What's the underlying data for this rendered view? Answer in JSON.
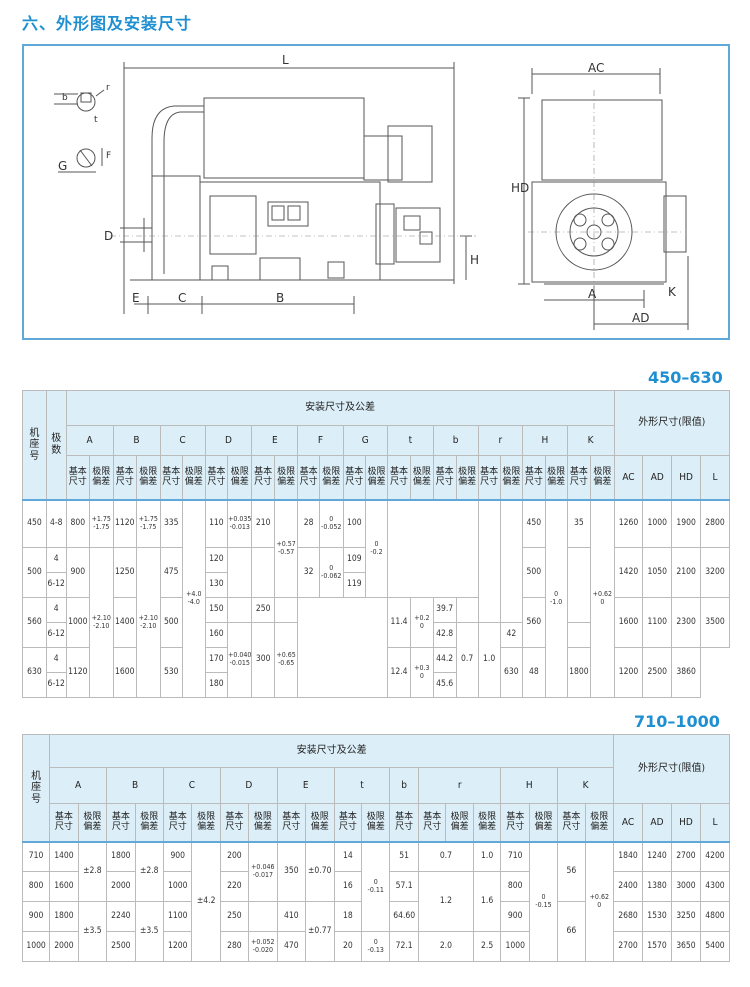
{
  "section_title": "六、外形图及安装尺寸",
  "drawing_labels": {
    "L": "L",
    "E": "E",
    "C": "C",
    "B": "B",
    "D": "D",
    "H": "H",
    "HD": "HD",
    "AC": "AC",
    "A": "A",
    "AD": "AD",
    "K": "K",
    "G": "G",
    "b": "b",
    "r": "r",
    "t": "t",
    "F": "F"
  },
  "table1": {
    "range": "450–630",
    "hdr_frame": [
      "机",
      "座",
      "号"
    ],
    "hdr_poles": [
      "极",
      "数"
    ],
    "hdr_install": "安装尺寸及公差",
    "hdr_outline": "外形尺寸(限值)",
    "groups": [
      "A",
      "B",
      "C",
      "D",
      "E",
      "F",
      "G",
      "t",
      "b",
      "r",
      "H",
      "K"
    ],
    "basic": [
      "基本",
      "尺寸"
    ],
    "limit": [
      "极限",
      "偏差"
    ],
    "outline_cols": [
      "AC",
      "AD",
      "HD",
      "L"
    ],
    "cells": {
      "f450": "450",
      "f500": "500",
      "f560": "560",
      "f630": "630",
      "p48": "4-8",
      "p4a": "4",
      "p612a": "6-12",
      "p4b": "4",
      "p612b": "6-12",
      "p4c": "4",
      "p612c": "6-12",
      "a800": "800",
      "a800t": [
        "+1.75",
        "-1.75"
      ],
      "a900": "900",
      "a1000": "1000",
      "a1120": "1120",
      "atol2": [
        "+2.10",
        "-2.10"
      ],
      "b1120": "1120",
      "b1120t": [
        "+1.75",
        "-1.75"
      ],
      "b1250": "1250",
      "b1400": "1400",
      "b1600": "1600",
      "btol2": [
        "+2.10",
        "-2.10"
      ],
      "c335": "335",
      "c475": "475",
      "c500": "500",
      "c530": "530",
      "ctol": [
        "+4.0",
        "-4.0"
      ],
      "d110": "110",
      "d110t": [
        "+0.035",
        "-0.013"
      ],
      "d120": "120",
      "d130": "130",
      "d150": "150",
      "d160": "160",
      "d160t": [
        "+0.040",
        "-0.015"
      ],
      "d170": "170",
      "d180": "180",
      "e210": "210",
      "etol1": [
        "+0.57",
        "-0.57"
      ],
      "e250": "250",
      "e300": "300",
      "etol2": [
        "+0.65",
        "-0.65"
      ],
      "f28": "28",
      "f28t": [
        "0",
        "-0.052"
      ],
      "f32": "32",
      "f32t": [
        "0",
        "-0.062"
      ],
      "g100": "100",
      "g109": "109",
      "g119": "119",
      "gtol": [
        "0",
        "-0.2"
      ],
      "t114": "11.4",
      "t114t": [
        "+0.2",
        "0"
      ],
      "t124": "12.4",
      "t124t": [
        "+0.3",
        "0"
      ],
      "b397": "39.7",
      "b428": "42.8",
      "b442": "44.2",
      "b456": "45.6",
      "r07": "0.7",
      "r10": "1.0",
      "h450": "450",
      "h500": "500",
      "h560": "560",
      "h630": "630",
      "htol": [
        "0",
        "-1.0"
      ],
      "k35": "35",
      "k42": "42",
      "k48": "48",
      "ktol": [
        "+0.62",
        "0"
      ],
      "o450": [
        "1260",
        "1000",
        "1900",
        "2800"
      ],
      "o500": [
        "1420",
        "1050",
        "2100",
        "3200"
      ],
      "o560": [
        "1600",
        "1100",
        "2300",
        "3500"
      ],
      "o630": [
        "1800",
        "1200",
        "2500",
        "3860"
      ]
    }
  },
  "table2": {
    "range": "710–1000",
    "hdr_frame": [
      "机",
      "座",
      "号"
    ],
    "hdr_install": "安装尺寸及公差",
    "hdr_outline": "外形尺寸(限值)",
    "groups": [
      "A",
      "B",
      "C",
      "D",
      "E",
      "t",
      "b",
      "r",
      "H",
      "K"
    ],
    "basic": [
      "基本",
      "尺寸"
    ],
    "limit": [
      "极限",
      "偏差"
    ],
    "outline_cols": [
      "AC",
      "AD",
      "HD",
      "L"
    ],
    "rows": [
      {
        "f": "710",
        "a": "1400",
        "b": "1800",
        "c": "900",
        "d": "200",
        "e": "350",
        "t": "14",
        "bb": "51",
        "r1": "0.7",
        "r2": "1.0",
        "h": "710",
        "o": [
          "1840",
          "1240",
          "2700",
          "4200"
        ]
      },
      {
        "f": "800",
        "a": "1600",
        "b": "2000",
        "c": "1000",
        "d": "220",
        "e": "",
        "t": "16",
        "bb": "57.1",
        "r1": "",
        "r2": "",
        "h": "800",
        "o": [
          "2400",
          "1380",
          "3000",
          "4300"
        ]
      },
      {
        "f": "900",
        "a": "1800",
        "b": "2240",
        "c": "1100",
        "d": "250",
        "e": "410",
        "t": "18",
        "bb": "64.60",
        "r1": "1.2",
        "r2": "1.6",
        "h": "900",
        "o": [
          "2680",
          "1530",
          "3250",
          "4800"
        ]
      },
      {
        "f": "1000",
        "a": "2000",
        "b": "2500",
        "c": "1200",
        "d": "280",
        "e": "470",
        "t": "20",
        "bb": "72.1",
        "r1": "2.0",
        "r2": "2.5",
        "h": "1000",
        "o": [
          "2700",
          "1570",
          "3650",
          "5400"
        ]
      }
    ],
    "tol": {
      "a28": "±2.8",
      "a35": "±3.5",
      "b28": "±2.8",
      "b35": "±3.5",
      "c42": "±4.2",
      "d1": [
        "+0.046",
        "-0.017"
      ],
      "d2": [
        "+0.052",
        "-0.020"
      ],
      "e70": "±0.70",
      "e77": "±0.77",
      "t1": [
        "0",
        "-0.11"
      ],
      "t2": [
        "0",
        "-0.13"
      ],
      "h": [
        "0",
        "-0.15"
      ],
      "k56": "56",
      "k66": "66",
      "ktol": [
        "+0.62",
        "0"
      ]
    }
  }
}
